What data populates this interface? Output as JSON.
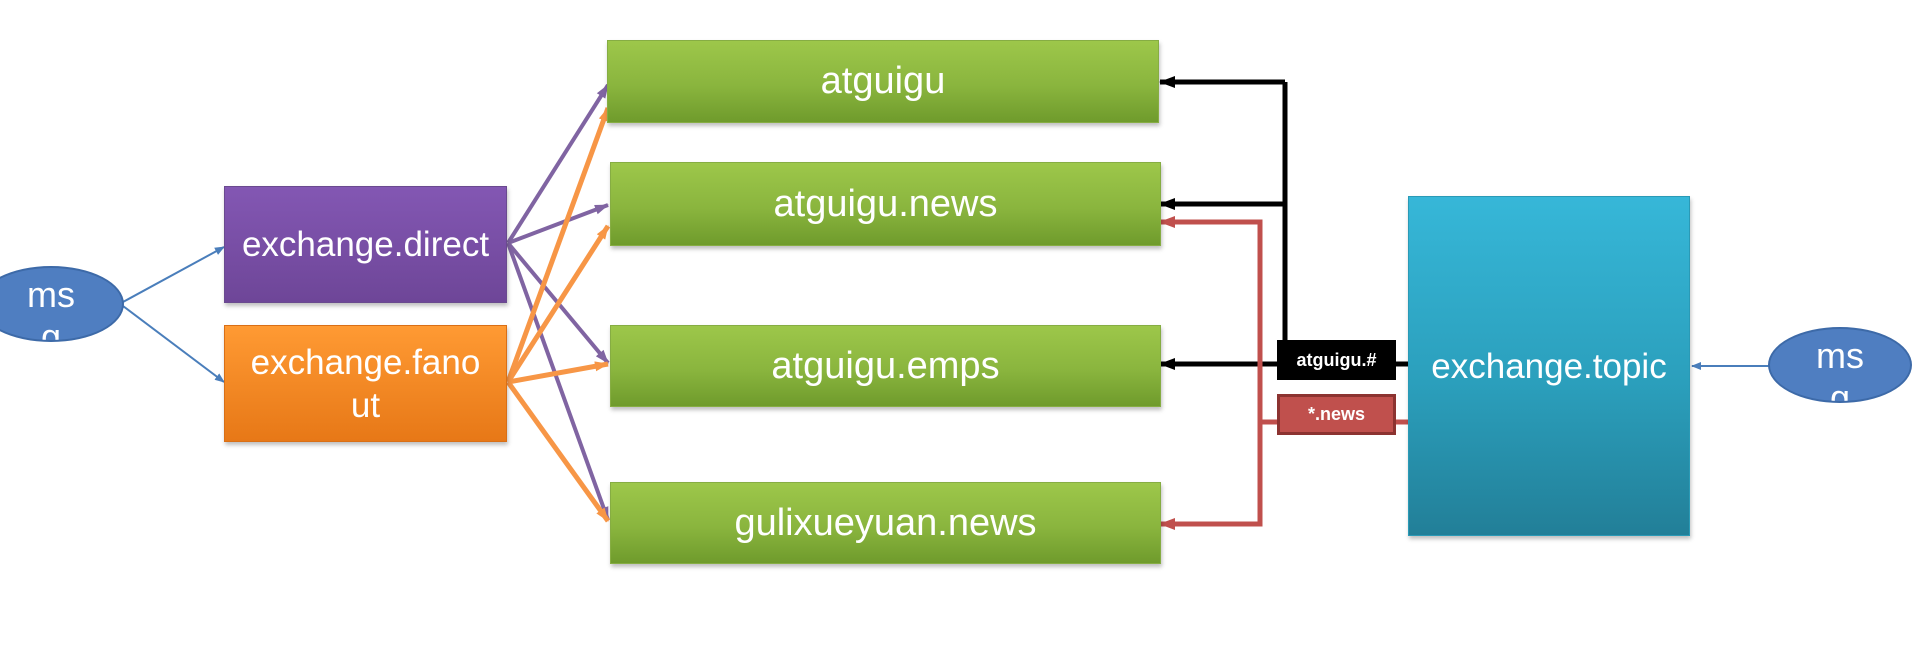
{
  "producers": {
    "left_msg": "msg",
    "right_msg": "msg"
  },
  "exchanges": {
    "direct": "exchange.direct",
    "fanout": "exchange.fanout",
    "topic": "exchange.topic"
  },
  "queues": [
    "atguigu",
    "atguigu.news",
    "atguigu.emps",
    "gulixueyuan.news"
  ],
  "routing_keys": {
    "hash": "atguigu.#",
    "news": "*.news"
  },
  "colors": {
    "queue_green": "#8ab53e",
    "direct_purple": "#7b51a8",
    "fanout_orange": "#f58a2a",
    "topic_blue": "#31aecf",
    "producer_blue": "#4f7ec1",
    "direct_edge": "#8064a2",
    "fanout_edge": "#f79646",
    "hash_edge": "#000000",
    "news_edge": "#c0504d",
    "producer_edge": "#4a7ebb"
  },
  "edges": [
    {
      "from": "msg",
      "to": "exchange.direct"
    },
    {
      "from": "msg",
      "to": "exchange.fanout"
    },
    {
      "from": "exchange.direct",
      "to": "atguigu"
    },
    {
      "from": "exchange.direct",
      "to": "atguigu.news"
    },
    {
      "from": "exchange.direct",
      "to": "atguigu.emps"
    },
    {
      "from": "exchange.direct",
      "to": "gulixueyuan.news"
    },
    {
      "from": "exchange.fanout",
      "to": "atguigu"
    },
    {
      "from": "exchange.fanout",
      "to": "atguigu.news"
    },
    {
      "from": "exchange.fanout",
      "to": "atguigu.emps"
    },
    {
      "from": "exchange.fanout",
      "to": "gulixueyuan.news"
    },
    {
      "from": "msg",
      "to": "exchange.topic"
    },
    {
      "from": "exchange.topic",
      "to": "atguigu",
      "key": "atguigu.#"
    },
    {
      "from": "exchange.topic",
      "to": "atguigu.news",
      "key": "atguigu.#"
    },
    {
      "from": "exchange.topic",
      "to": "atguigu.emps",
      "key": "atguigu.#"
    },
    {
      "from": "exchange.topic",
      "to": "atguigu.news",
      "key": "*.news"
    },
    {
      "from": "exchange.topic",
      "to": "gulixueyuan.news",
      "key": "*.news"
    }
  ]
}
